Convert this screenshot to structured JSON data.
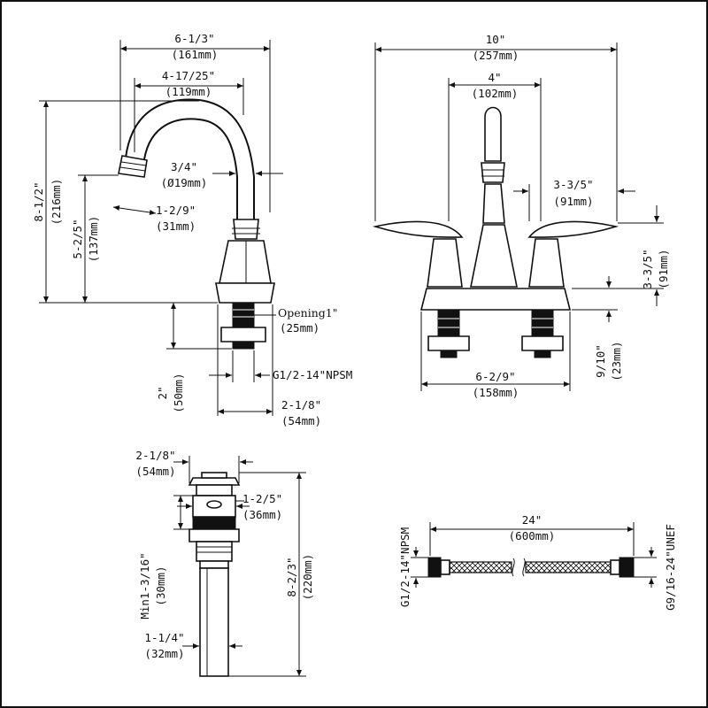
{
  "spout_diagram": {
    "overall_width": "6-1/3\"",
    "overall_width_mm": "(161mm)",
    "reach": "4-17/25\"",
    "reach_mm": "(119mm)",
    "pipe_diameter": "3/4\"",
    "pipe_diameter_mm": "(Ø19mm)",
    "aerator_size": "1-2/9\"",
    "aerator_size_mm": "(31mm)",
    "total_height": "8-1/2\"",
    "total_height_mm": "(216mm)",
    "spout_height": "5-2/5\"",
    "spout_height_mm": "(137mm)",
    "opening": "Opening1\"",
    "opening_mm": "(25mm)",
    "thread": "G1/2-14\"NPSM",
    "shank_length": "2\"",
    "shank_length_mm": "(50mm)",
    "base_width": "2-1/8\"",
    "base_width_mm": "(54mm)"
  },
  "front_diagram": {
    "overall_width": "10\"",
    "overall_width_mm": "(257mm)",
    "center_width": "4\"",
    "center_width_mm": "(102mm)",
    "handle_offset": "3-3/5\"",
    "handle_offset_mm": "(91mm)",
    "handle_height": "3-3/5\"",
    "handle_height_mm": "(91mm)",
    "deck_thickness": "9/10\"",
    "deck_thickness_mm": "(23mm)",
    "base_width": "6-2/9\"",
    "base_width_mm": "(158mm)"
  },
  "drain_diagram": {
    "cap_width": "2-1/8\"",
    "cap_width_mm": "(54mm)",
    "body_width": "1-2/5\"",
    "body_width_mm": "(36mm)",
    "min_height": "Min1-3/16\"",
    "min_height_mm": "(30mm)",
    "total_length": "8-2/3\"",
    "total_length_mm": "(220mm)",
    "tail_width": "1-1/4\"",
    "tail_width_mm": "(32mm)"
  },
  "hose_diagram": {
    "length": "24\"",
    "length_mm": "(600mm)",
    "left_thread": "G1/2-14\"NPSM",
    "right_thread": "G9/16-24\"UNEF"
  }
}
